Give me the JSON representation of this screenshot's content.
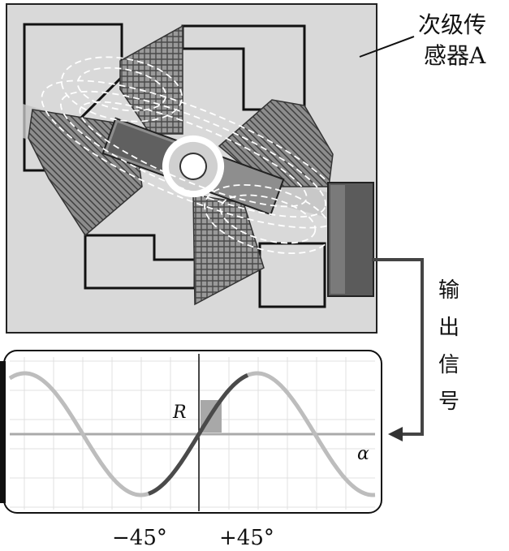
{
  "sensor_label": [
    "次级传",
    "感器A"
  ],
  "output_label": [
    "输",
    "出",
    "信",
    "号"
  ],
  "graph": {
    "r_label": "R",
    "alpha_label": "α",
    "tick_left": "−45°",
    "tick_right": "+45°"
  },
  "colors": {
    "panel_bg": "#d7d7d7",
    "dark_gray": "#555555",
    "mid_gray": "#8a8a8a",
    "hatch_gray": "#777777",
    "field_lines": "#ffffff",
    "curve_light": "#bdbdbd",
    "curve_dark": "#4a4a4a"
  },
  "icons": [
    "arrow-left-icon",
    "coil-icon",
    "rotor-icon"
  ]
}
